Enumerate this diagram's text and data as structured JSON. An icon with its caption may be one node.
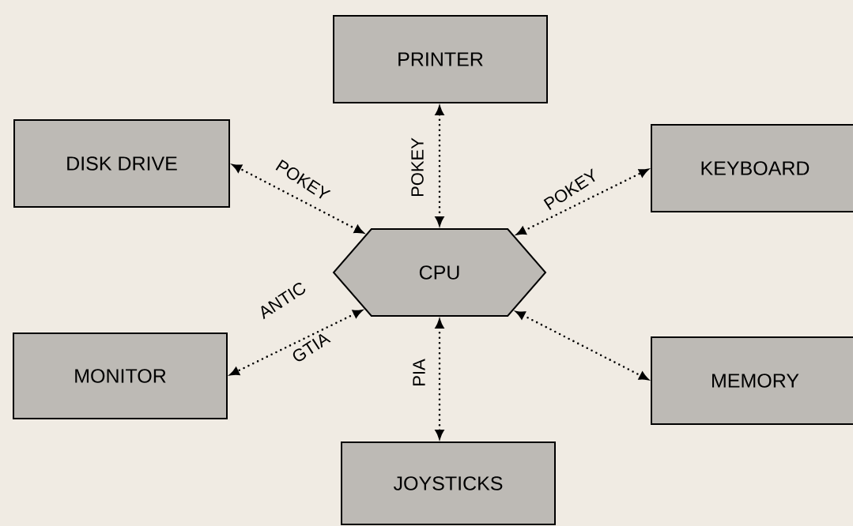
{
  "diagram": {
    "nodes": [
      {
        "text": [
          "PRINTER"
        ]
      },
      {
        "text": [
          "DISK DRIVE"
        ]
      },
      {
        "text": [
          "KEYBOARD"
        ]
      },
      {
        "text": [
          "CPU"
        ]
      },
      {
        "text": [
          "MONITOR"
        ]
      },
      {
        "text": [
          "MEMORY"
        ]
      },
      {
        "text": [
          "JOYSTICKS"
        ]
      }
    ],
    "edges": [
      {
        "from": 3,
        "to": 0,
        "arrow": "both",
        "label": "POKEY"
      },
      {
        "from": 3,
        "to": 1,
        "arrow": "both",
        "label": "POKEY"
      },
      {
        "from": 3,
        "to": 2,
        "arrow": "both",
        "label": "POKEY"
      },
      {
        "from": 3,
        "to": 4,
        "arrow": "both",
        "label": "ANTIC"
      },
      {
        "from": 3,
        "to": 5,
        "arrow": "both"
      },
      {
        "from": 3,
        "to": 6,
        "arrow": "both",
        "label": "PIA"
      }
    ],
    "labels": [
      "GTIA"
    ]
  }
}
